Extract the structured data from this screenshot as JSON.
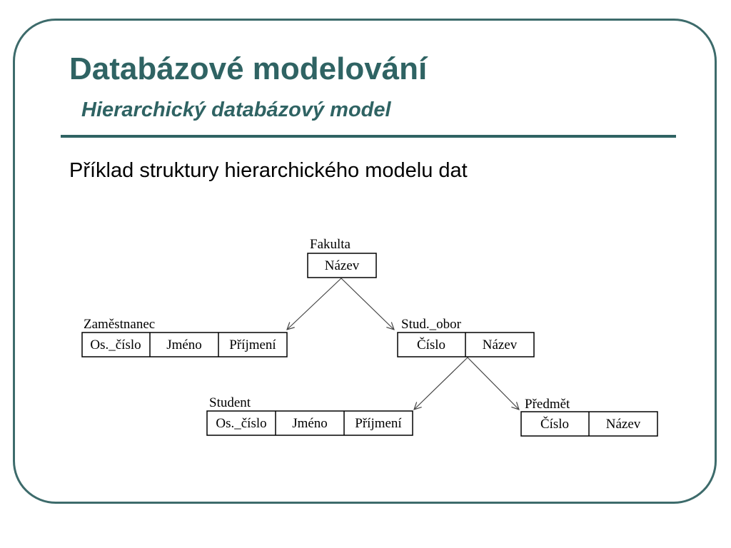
{
  "slide": {
    "title": "Databázové modelování",
    "subtitle": "Hierarchický databázový model",
    "body": "Příklad struktury hierarchického modelu dat"
  },
  "diagram": {
    "entities": {
      "fakulta": {
        "label": "Fakulta",
        "fields": [
          "Název"
        ]
      },
      "zamestnanec": {
        "label": "Zaměstnanec",
        "fields": [
          "Os._číslo",
          "Jméno",
          "Příjmení"
        ]
      },
      "stud_obor": {
        "label": "Stud._obor",
        "fields": [
          "Číslo",
          "Název"
        ]
      },
      "student": {
        "label": "Student",
        "fields": [
          "Os._číslo",
          "Jméno",
          "Příjmení"
        ]
      },
      "predmet": {
        "label": "Předmět",
        "fields": [
          "Číslo",
          "Název"
        ]
      }
    },
    "relations": [
      {
        "from": "fakulta",
        "to": "zamestnanec"
      },
      {
        "from": "fakulta",
        "to": "stud_obor"
      },
      {
        "from": "stud_obor",
        "to": "student"
      },
      {
        "from": "stud_obor",
        "to": "predmet"
      }
    ]
  },
  "colors": {
    "accent": "#2f6363",
    "frame": "#3d6b6b"
  }
}
